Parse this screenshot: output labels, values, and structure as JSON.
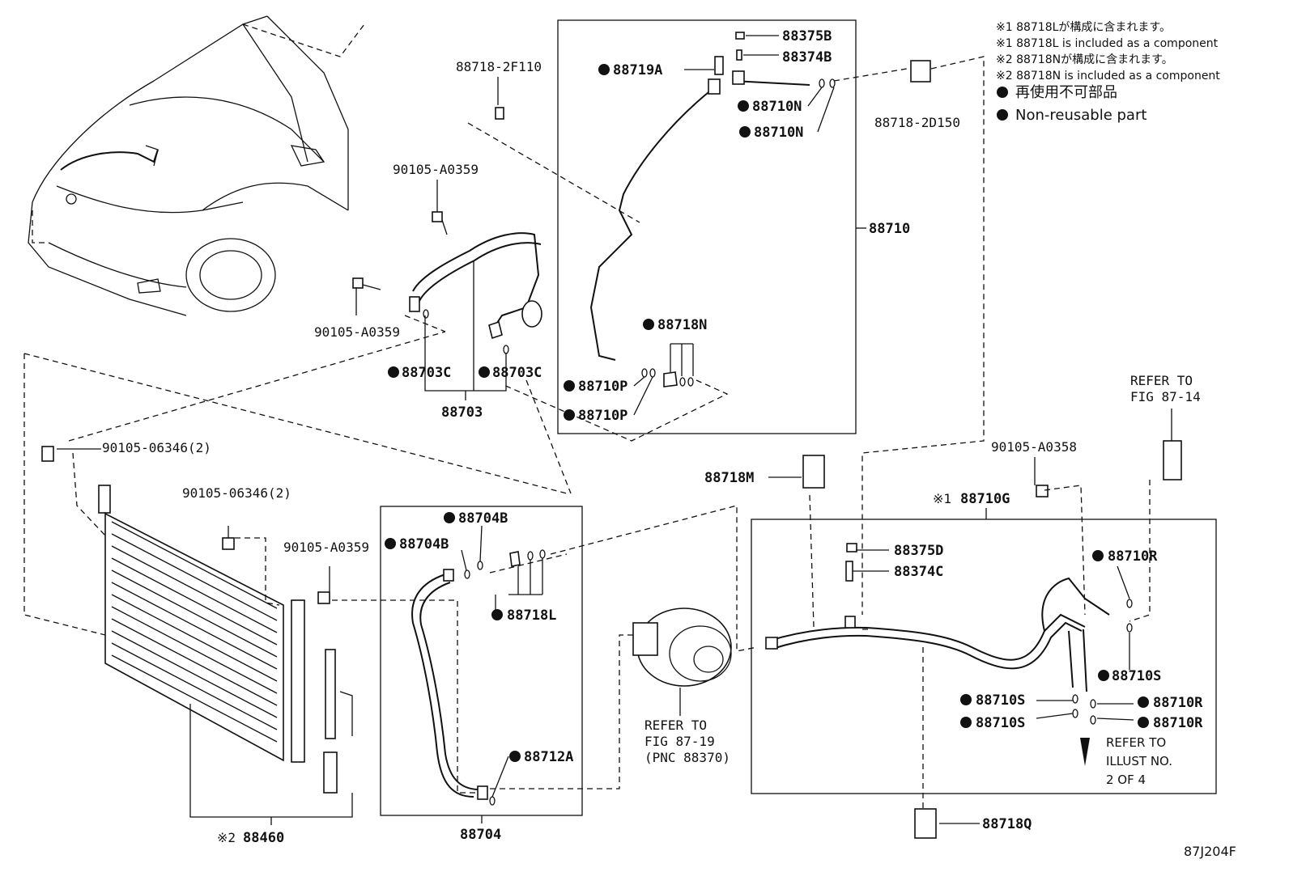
{
  "notes": [
    "※1 88718Lが構成に含まれます。",
    "※1 88718L  is included as a component",
    "※2 88718Nが構成に含まれます。",
    "※2 88718N is included as a component"
  ],
  "legend": {
    "non_reusable_jp": "再使用不可部品",
    "non_reusable_en": "Non-reusable part"
  },
  "labels": {
    "p88375B": "88375B",
    "p88374B": "88374B",
    "p88719A": "88719A",
    "p88710N_1": "88710N",
    "p88710N_2": "88710N",
    "p88710": "88710",
    "p88718N": "88718N",
    "p88710P_1": "88710P",
    "p88710P_2": "88710P",
    "p88718_2F110": "88718-2F110",
    "p88718_2D150": "88718-2D150",
    "p90105_A0359_a": "90105-A0359",
    "p90105_A0359_b": "90105-A0359",
    "p90105_A0359_c": "90105-A0359",
    "p88703C_1": "88703C",
    "p88703C_2": "88703C",
    "p88703": "88703",
    "p90105_06346_a": "90105-06346(2)",
    "p90105_06346_b": "90105-06346(2)",
    "p88704B_1": "88704B",
    "p88704B_2": "88704B",
    "p88718L": "88718L",
    "p88712A": "88712A",
    "p88704": "88704",
    "p88460_prefix": "※2",
    "p88460": "88460",
    "p88718M": "88718M",
    "refer_87_19_a": "REFER TO",
    "refer_87_19_b": "FIG 87-19",
    "refer_87_19_c": "(PNC 88370)",
    "refer_87_14_a": "REFER TO",
    "refer_87_14_b": "FIG 87-14",
    "p90105_A0358": "90105-A0358",
    "p88710G_prefix": "※1",
    "p88710G": "88710G",
    "p88375D": "88375D",
    "p88374C": "88374C",
    "p88710R_1": "88710R",
    "p88710S_1": "88710S",
    "p88710S_2": "88710S",
    "p88710R_2": "88710R",
    "p88710S_3": "88710S",
    "p88710R_3": "88710R",
    "refer_illust_a": "REFER TO",
    "refer_illust_b": "ILLUST NO.",
    "refer_illust_c": "2 OF 4",
    "p88718Q": "88718Q",
    "fig_code": "87J204F"
  },
  "colors": {
    "ink": "#111111",
    "background": "#ffffff"
  },
  "icons": {
    "non_reusable_marker": "filled-circle",
    "direction": "down-arrow-icon"
  }
}
